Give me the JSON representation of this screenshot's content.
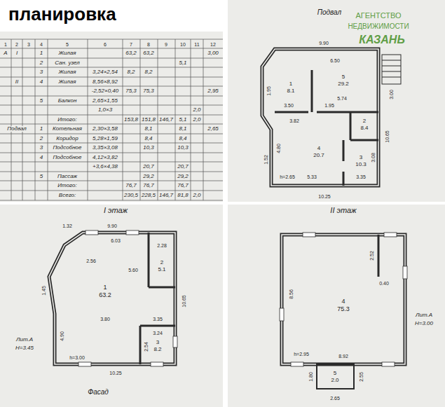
{
  "diagram": {
    "title": "планировка",
    "labels": [
      "1",
      "2",
      "3",
      "4",
      "5",
      "6",
      "7",
      "8",
      "9",
      "10",
      "11",
      "12",
      "А",
      "I",
      "1",
      "Жилая",
      "63,2",
      "63,2",
      "3,00",
      "2",
      "Сан. узел",
      "5,1",
      "3",
      "Жилая",
      "3,24×2,54",
      "8,2",
      "8,2",
      "II",
      "4",
      "Жилая",
      "8,56×8,92",
      "-2,52×0,40",
      "75,3",
      "75,3",
      "2,95",
      "5",
      "Балкон",
      "2,65×1,55",
      "1,0×3",
      "2,0",
      "Итого:",
      "153,8",
      "151,8",
      "146,7",
      "5,1",
      "2,0",
      "Подвал",
      "1",
      "Котельная",
      "2,30×3,58",
      "8,1",
      "8,1",
      "2,65",
      "2",
      "Коридор",
      "5,28×1,59",
      "8,4",
      "8,4",
      "3",
      "Подсобное",
      "3,35×3,08",
      "10,3",
      "10,3",
      "4",
      "Подсобное",
      "4,12×3,82",
      "+3,6×4,38",
      "20,7",
      "20,7",
      "5",
      "Пассаж",
      "29,2",
      "29,2",
      "Итого:",
      "76,7",
      "76,7",
      "76,7",
      "Всего:",
      "230,5",
      "228,5",
      "146,7",
      "81,8",
      "2,0",
      "Подвал",
      "9.90",
      "6.50",
      "5",
      "29.2",
      "1",
      "8.1",
      "1.95",
      "5.74",
      "3.50",
      "1.95",
      "3.82",
      "2",
      "8.4",
      "3.00",
      "10.65",
      "4",
      "20.7",
      "4.80",
      "1.52",
      "3",
      "10.3",
      "3.08",
      "h=2.65",
      "5.33",
      "3.35",
      "10.25",
      "АГЕНТСТВО",
      "НЕДВИЖИМОСТИ",
      "КАЗАНЬ",
      "I этаж",
      "1.32",
      "9.90",
      "6.03",
      "2.56",
      "2.28",
      "2",
      "5.1",
      "5.60",
      "1.45",
      "1",
      "63.2",
      "10.65",
      "3.35",
      "3.80",
      "3.24",
      "3",
      "8.2",
      "2.54",
      "4.90",
      "Лит.А",
      "H=3.45",
      "h=3.00",
      "10.25",
      "Фасад",
      "II этаж",
      "2.52",
      "0.40",
      "8.56",
      "4",
      "75.3",
      "Лит.А",
      "H=3.00",
      "h=2.95",
      "8.92",
      "5",
      "2.0",
      "2.55",
      "1.80",
      "2.65"
    ]
  }
}
